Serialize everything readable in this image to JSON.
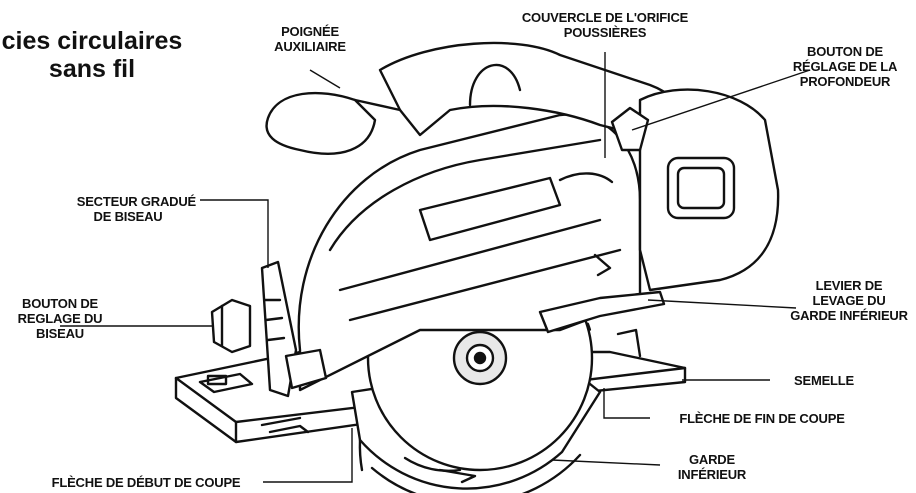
{
  "title": {
    "line1": "cies circulaires",
    "line2": "sans fil"
  },
  "labels": {
    "poignee": [
      "POIGNÉE",
      "AUXILIAIRE"
    ],
    "couvercle": [
      "COUVERCLE DE L'ORIFICE",
      "POUSSIÈRES"
    ],
    "bouton_profondeur": [
      "BOUTON DE",
      "RÉGLAGE DE LA",
      "PROFONDEUR"
    ],
    "secteur": [
      "SECTEUR GRADUÉ",
      "DE BISEAU"
    ],
    "levier": [
      "LEVIER DE",
      "LEVAGE DU",
      "GARDE INFÉRIEUR"
    ],
    "bouton_biseau": [
      "BOUTON DE",
      "REGLAGE DU",
      "BISEAU"
    ],
    "semelle": "SEMELLE",
    "fleche_fin": "FLÈCHE DE FIN DE COUPE",
    "fleche_debut": "FLÈCHE DE DÉBUT DE COUPE",
    "garde_inferieur": [
      "GARDE",
      "INFÉRIEUR"
    ]
  }
}
